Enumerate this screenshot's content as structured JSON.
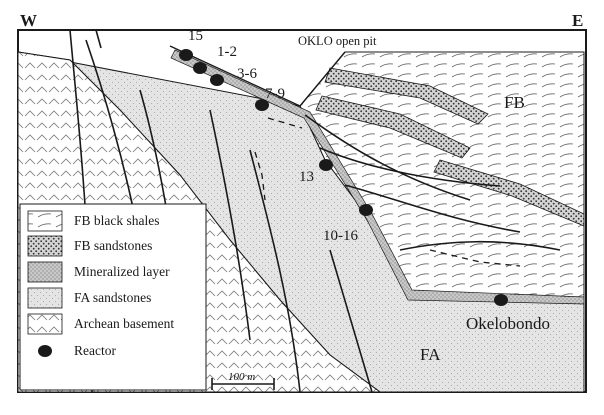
{
  "compass": {
    "west": "W",
    "east": "E"
  },
  "site_title": "OKLO open pit",
  "reactors": [
    {
      "label": "15"
    },
    {
      "label": "1-2"
    },
    {
      "label": "3-6"
    },
    {
      "label": "7-9"
    },
    {
      "label": "13"
    },
    {
      "label": "10-16"
    },
    {
      "label": "Okelobondo"
    }
  ],
  "unit_labels": {
    "fb": "FB",
    "fa": "FA"
  },
  "legend": {
    "items": [
      {
        "key": "fb-black-shales",
        "label": "FB black shales"
      },
      {
        "key": "fb-sandstones",
        "label": "FB sandstones"
      },
      {
        "key": "mineralized-layer",
        "label": "Mineralized layer"
      },
      {
        "key": "fa-sandstones",
        "label": "FA sandstones"
      },
      {
        "key": "archean-basement",
        "label": "Archean basement"
      },
      {
        "key": "reactor",
        "label": "Reactor"
      }
    ]
  },
  "scale_bar": {
    "label": "100 m"
  },
  "colors": {
    "ink": "#1a1a1a",
    "fa_fill": "#e3e3e3",
    "mineralized_fill": "#c9c9c9",
    "paper": "#ffffff"
  }
}
